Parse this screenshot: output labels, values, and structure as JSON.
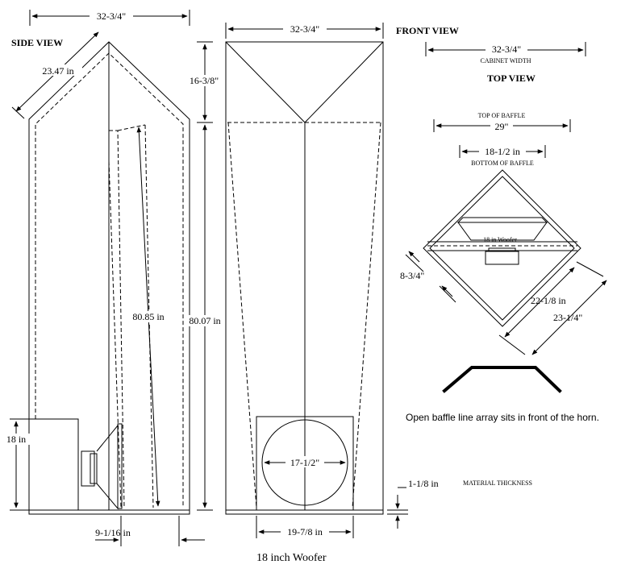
{
  "views": {
    "side": "SIDE VIEW",
    "front": "FRONT VIEW",
    "top": "TOP VIEW"
  },
  "dimensions": {
    "side_width": "32-3/4\"",
    "side_slope": "23.47 in",
    "side_height": "18 in",
    "side_bottom": "9-1/16 in",
    "horn_length": "80.85 in",
    "top_height": "16-3/8\"",
    "body_height": "80.07 in",
    "front_width": "32-3/4\"",
    "woofer_diameter": "17-1/2\"",
    "woofer_box_width": "19-7/8 in",
    "cabinet_width": "32-3/4\"",
    "baffle_top": "29\"",
    "baffle_bottom": "18-1/2 in",
    "baffle_side": "8-3/4\"",
    "diag_inner": "22-1/8 in",
    "diag_outer": "23-1/4\"",
    "material": "1-1/8 in"
  },
  "labels": {
    "cabinet_width": "CABINET WIDTH",
    "top_of_baffle": "TOP OF BAFFLE",
    "bottom_of_baffle": "BOTTOM OF BAFFLE",
    "woofer": "18 in Woofer",
    "material_thickness": "MATERIAL THICKNESS",
    "line_array_note": "Open baffle line array sits in front of the horn.",
    "caption": "18 inch Woofer"
  }
}
